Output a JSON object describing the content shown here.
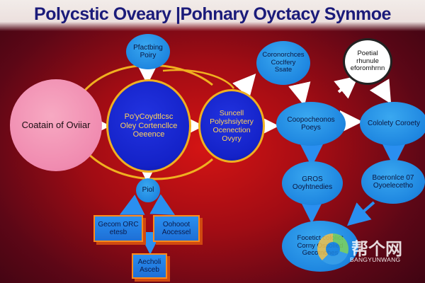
{
  "title": "Polycstic Oveary |Pohnary Oyctacy Synmoe",
  "nodes": {
    "ovarian": "Coatain of Oviiar",
    "pcos_center": "Po'yCoydtlcsc Oley Cortencllce Oeeence",
    "suncell": "Suncell Polyshsiytery Ocenection Ovyry",
    "top_bubble": "Pfactbing Poiry",
    "small_bubble": "Piol",
    "cascade_box_1": "Gecom ORC etesb",
    "cascade_box_2": "Oohooot Aocessel",
    "cascade_box_3": "Aecholi Asceb",
    "right_top_1": "Coronorchces Coclfery Ssate",
    "poetial": "Poetial rhunule eforomhrnn",
    "right_mid_1": "Coopocheonos Poeys",
    "right_mid_2": "Cololety Coroety",
    "right_low_1": "GROS Ooyhtnedies",
    "right_low_2": "Boeronlce 07 Oyoelecetho",
    "bottom_bubble": "Focetict cololict Corny Ossolied Gecotnches"
  },
  "watermark": {
    "cn": "帮个网",
    "en": "BANGYUNWANG"
  },
  "colors": {
    "background": "#a10c14",
    "title": "#1b1b7a",
    "node_navy": "#1422c8",
    "node_sky": "#1e86e0",
    "node_pink": "#f08bb0",
    "arrow_white": "#ffffff",
    "arrow_blue": "#2a8ff0",
    "accent_yellow": "#f0b020",
    "box_border": "#ff8a1a"
  }
}
